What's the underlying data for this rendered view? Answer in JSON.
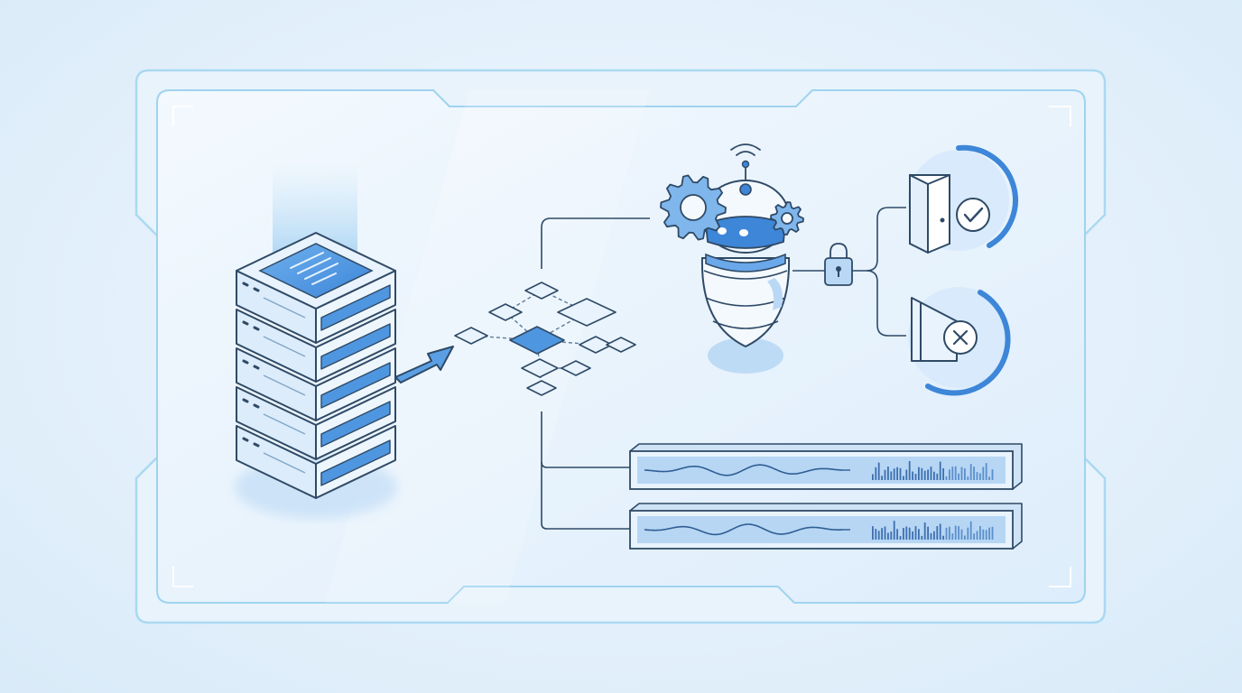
{
  "diagram": {
    "texts": [],
    "colors": {
      "background": "#e6f1fb",
      "panel_fill": "#eaf4fd",
      "frame_stroke": "#9fd3ef",
      "ink": "#2f4a66",
      "accent": "#3d86d8",
      "accent_light": "#b9d8f5",
      "node_fill": "#dcecfb"
    },
    "components": [
      {
        "id": "server-stack",
        "icon": "server-rack-icon",
        "units": 5
      },
      {
        "id": "flow-arrow",
        "icon": "arrow-right-icon"
      },
      {
        "id": "node-network",
        "icon": "network-graph-icon"
      },
      {
        "id": "robot-agent",
        "icon": "robot-icon"
      },
      {
        "id": "gears",
        "icon": "gear-icon"
      },
      {
        "id": "wifi-signal",
        "icon": "wifi-icon"
      },
      {
        "id": "access-lock",
        "icon": "padlock-icon"
      },
      {
        "id": "access-granted",
        "icon": "door-check-icon"
      },
      {
        "id": "access-denied",
        "icon": "door-x-icon"
      },
      {
        "id": "log-stream-1",
        "icon": "waveform-icon"
      },
      {
        "id": "log-stream-2",
        "icon": "waveform-icon"
      }
    ]
  }
}
